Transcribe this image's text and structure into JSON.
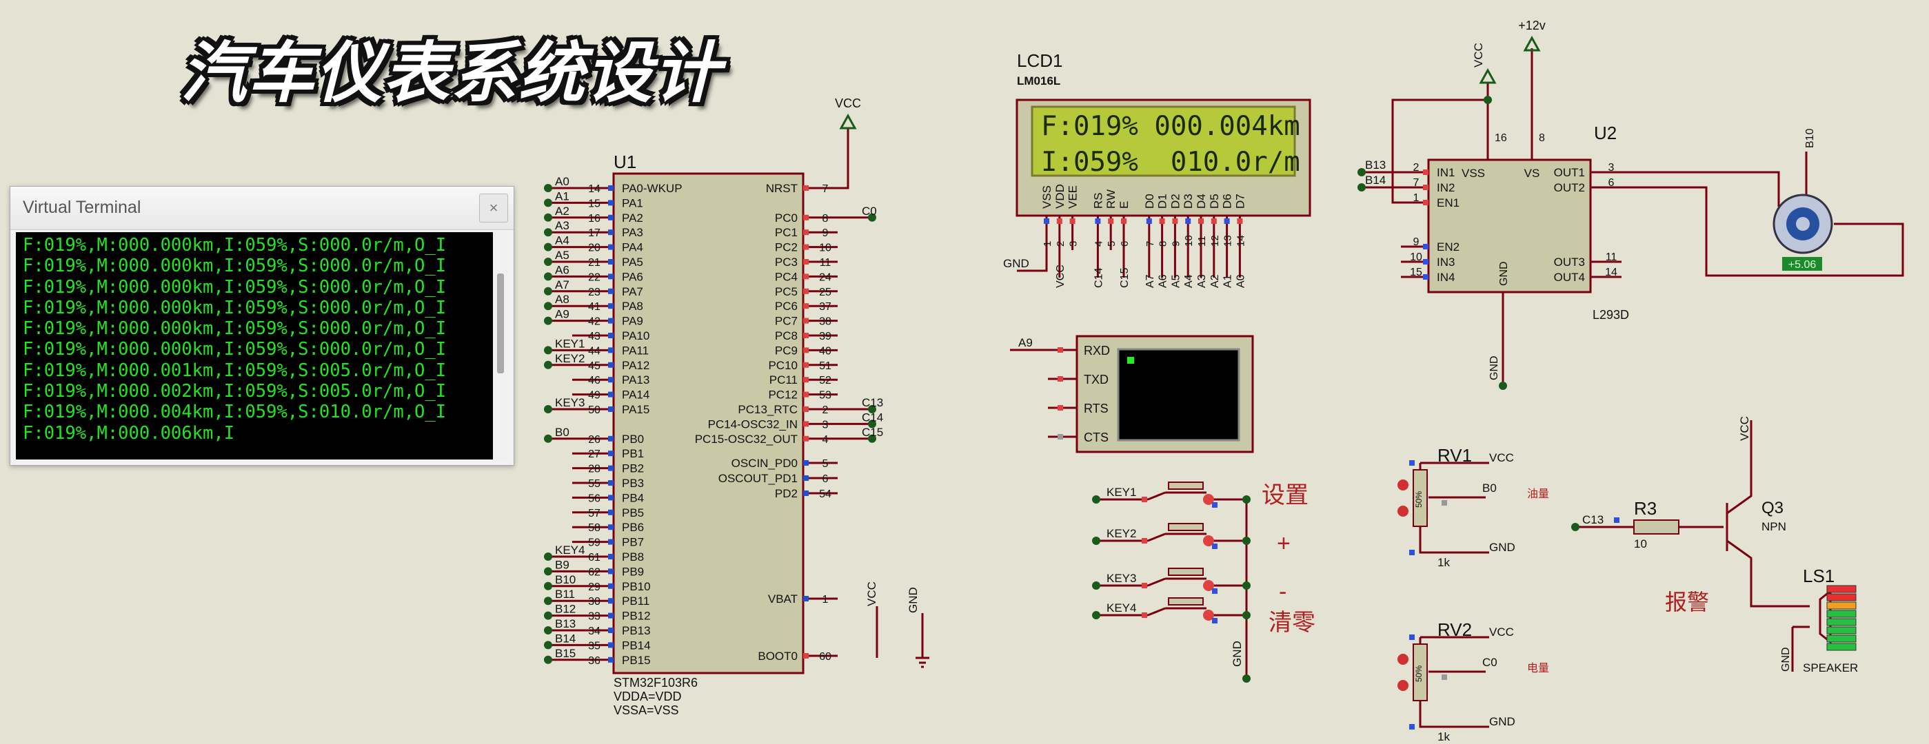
{
  "title": "汽车仪表系统设计",
  "terminal": {
    "title": "Virtual Terminal",
    "close": "×",
    "lines": [
      "F:019%,M:000.000km,I:059%,S:000.0r/m,O_I",
      "F:019%,M:000.000km,I:059%,S:000.0r/m,O_I",
      "F:019%,M:000.000km,I:059%,S:000.0r/m,O_I",
      "F:019%,M:000.000km,I:059%,S:000.0r/m,O_I",
      "F:019%,M:000.000km,I:059%,S:000.0r/m,O_I",
      "F:019%,M:000.000km,I:059%,S:000.0r/m,O_I",
      "F:019%,M:000.001km,I:059%,S:005.0r/m,O_I",
      "F:019%,M:000.002km,I:059%,S:005.0r/m,O_I",
      "F:019%,M:000.004km,I:059%,S:010.0r/m,O_I",
      "F:019%,M:000.006km,I"
    ]
  },
  "mcu": {
    "ref": "U1",
    "part": "STM32F103R6",
    "note1": "VDDA=VDD",
    "note2": "VSSA=VSS",
    "left_pins": [
      {
        "net": "A0",
        "num": "14",
        "name": "PA0-WKUP"
      },
      {
        "net": "A1",
        "num": "15",
        "name": "PA1"
      },
      {
        "net": "A2",
        "num": "16",
        "name": "PA2"
      },
      {
        "net": "A3",
        "num": "17",
        "name": "PA3"
      },
      {
        "net": "A4",
        "num": "20",
        "name": "PA4"
      },
      {
        "net": "A5",
        "num": "21",
        "name": "PA5"
      },
      {
        "net": "A6",
        "num": "22",
        "name": "PA6"
      },
      {
        "net": "A7",
        "num": "23",
        "name": "PA7"
      },
      {
        "net": "A8",
        "num": "41",
        "name": "PA8"
      },
      {
        "net": "A9",
        "num": "42",
        "name": "PA9"
      },
      {
        "net": "",
        "num": "43",
        "name": "PA10"
      },
      {
        "net": "KEY1",
        "num": "44",
        "name": "PA11"
      },
      {
        "net": "KEY2",
        "num": "45",
        "name": "PA12"
      },
      {
        "net": "",
        "num": "46",
        "name": "PA13"
      },
      {
        "net": "",
        "num": "49",
        "name": "PA14"
      },
      {
        "net": "KEY3",
        "num": "50",
        "name": "PA15"
      },
      {
        "net": "",
        "num": "",
        "name": ""
      },
      {
        "net": "B0",
        "num": "26",
        "name": "PB0"
      },
      {
        "net": "",
        "num": "27",
        "name": "PB1"
      },
      {
        "net": "",
        "num": "28",
        "name": "PB2"
      },
      {
        "net": "",
        "num": "55",
        "name": "PB3"
      },
      {
        "net": "",
        "num": "56",
        "name": "PB4"
      },
      {
        "net": "",
        "num": "57",
        "name": "PB5"
      },
      {
        "net": "",
        "num": "58",
        "name": "PB6"
      },
      {
        "net": "",
        "num": "59",
        "name": "PB7"
      },
      {
        "net": "KEY4",
        "num": "61",
        "name": "PB8"
      },
      {
        "net": "B9",
        "num": "62",
        "name": "PB9"
      },
      {
        "net": "B10",
        "num": "29",
        "name": "PB10"
      },
      {
        "net": "B11",
        "num": "30",
        "name": "PB11"
      },
      {
        "net": "B12",
        "num": "33",
        "name": "PB12"
      },
      {
        "net": "B13",
        "num": "34",
        "name": "PB13"
      },
      {
        "net": "B14",
        "num": "35",
        "name": "PB14"
      },
      {
        "net": "B15",
        "num": "36",
        "name": "PB15"
      }
    ],
    "right_pins": [
      {
        "name": "NRST",
        "num": "7",
        "net": ""
      },
      {
        "name": "",
        "num": "",
        "net": ""
      },
      {
        "name": "PC0",
        "num": "8",
        "net": "C0"
      },
      {
        "name": "PC1",
        "num": "9",
        "net": ""
      },
      {
        "name": "PC2",
        "num": "10",
        "net": ""
      },
      {
        "name": "PC3",
        "num": "11",
        "net": ""
      },
      {
        "name": "PC4",
        "num": "24",
        "net": ""
      },
      {
        "name": "PC5",
        "num": "25",
        "net": ""
      },
      {
        "name": "PC6",
        "num": "37",
        "net": ""
      },
      {
        "name": "PC7",
        "num": "38",
        "net": ""
      },
      {
        "name": "PC8",
        "num": "39",
        "net": ""
      },
      {
        "name": "PC9",
        "num": "40",
        "net": ""
      },
      {
        "name": "PC10",
        "num": "51",
        "net": ""
      },
      {
        "name": "PC11",
        "num": "52",
        "net": ""
      },
      {
        "name": "PC12",
        "num": "53",
        "net": ""
      },
      {
        "name": "PC13_RTC",
        "num": "2",
        "net": "C13"
      },
      {
        "name": "PC14-OSC32_IN",
        "num": "3",
        "net": "C14"
      },
      {
        "name": "PC15-OSC32_OUT",
        "num": "4",
        "net": "C15"
      }
    ],
    "right_pins_lower": [
      {
        "name": "OSCIN_PD0",
        "num": "5"
      },
      {
        "name": "OSCOUT_PD1",
        "num": "6"
      },
      {
        "name": "PD2",
        "num": "54"
      },
      {
        "name": "VBAT",
        "num": "1"
      },
      {
        "name": "BOOT0",
        "num": "60"
      }
    ]
  },
  "power": {
    "vcc": "VCC",
    "gnd": "GND",
    "v12": "+12v"
  },
  "lcd": {
    "ref": "LCD1",
    "part": "LM016L",
    "line1": "F:019% 000.004km",
    "line2": "I:059%  010.0r/m",
    "pin_names": [
      "VSS",
      "VDD",
      "VEE",
      "RS",
      "RW",
      "E",
      "D0",
      "D1",
      "D2",
      "D3",
      "D4",
      "D5",
      "D6",
      "D7"
    ],
    "pin_nums": [
      "1",
      "2",
      "3",
      "4",
      "5",
      "6",
      "7",
      "8",
      "9",
      "10",
      "11",
      "12",
      "13",
      "14"
    ],
    "pin_nets": [
      "",
      "VCC",
      "",
      "C14",
      "",
      "C15",
      "A7",
      "A6",
      "A5",
      "A4",
      "A3",
      "A2",
      "A1",
      "A0"
    ],
    "gnd": "GND"
  },
  "vterm": {
    "net": "A9",
    "pins": [
      "RXD",
      "TXD",
      "RTS",
      "CTS"
    ]
  },
  "buttons": {
    "keys": [
      "KEY1",
      "KEY2",
      "KEY3",
      "KEY4"
    ],
    "labels": [
      "设置",
      "+",
      "-",
      "清零"
    ],
    "gnd": "GND"
  },
  "driver": {
    "ref": "U2",
    "part": "L293D",
    "inputs": [
      {
        "net": "B13",
        "num": "2",
        "name": "IN1"
      },
      {
        "net": "B14",
        "num": "7",
        "name": "IN2"
      },
      {
        "net": "",
        "num": "1",
        "name": "EN1"
      },
      {
        "net": "",
        "num": "9",
        "name": "EN2"
      },
      {
        "net": "",
        "num": "10",
        "name": "IN3"
      },
      {
        "net": "",
        "num": "15",
        "name": "IN4"
      }
    ],
    "outputs": [
      {
        "name": "OUT1",
        "num": "3"
      },
      {
        "name": "OUT2",
        "num": "6"
      },
      {
        "name": "OUT3",
        "num": "11"
      },
      {
        "name": "OUT4",
        "num": "14"
      }
    ],
    "vss": "VSS",
    "vs": "VS",
    "vss_num": "16",
    "vs_num": "8",
    "gnd": "GND"
  },
  "motor": {
    "net": "B10",
    "reading": "+5.06"
  },
  "rv1": {
    "ref": "RV1",
    "value": "1k",
    "wiper": "B0",
    "label": "油量",
    "pct": "50%",
    "vcc": "VCC",
    "gnd": "GND"
  },
  "rv2": {
    "ref": "RV2",
    "value": "1k",
    "wiper": "C0",
    "label": "电量",
    "pct": "50%",
    "vcc": "VCC",
    "gnd": "GND"
  },
  "r3": {
    "ref": "R3",
    "value": "10",
    "net": "C13"
  },
  "q3": {
    "ref": "Q3",
    "type": "NPN",
    "vcc": "VCC"
  },
  "alarm": {
    "label": "报警"
  },
  "ls1": {
    "ref": "LS1",
    "part": "SPEAKER",
    "gnd": "GND"
  },
  "colors": {
    "wire": "#7a0010",
    "body": "#c9c9a8",
    "text": "#111111",
    "pin_red": "#e04040",
    "pin_blue": "#3050e0",
    "lcd_screen": "#b5c93b",
    "term_text": "#22e422"
  }
}
